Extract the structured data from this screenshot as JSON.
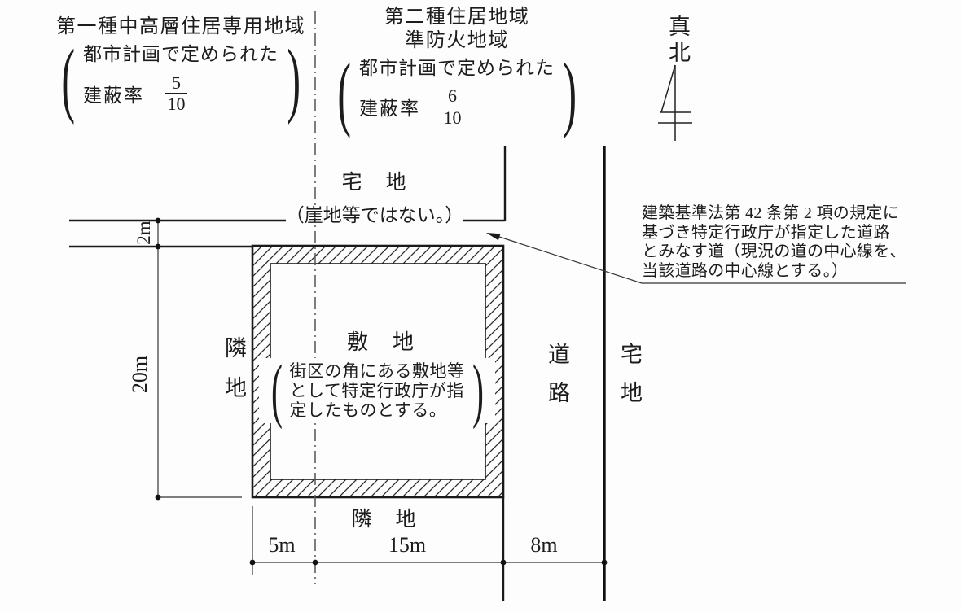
{
  "zone_left": {
    "title": "第一種中高層住居専用地域",
    "paren_open": "(",
    "paren_close": ")",
    "note_line": "都市計画で定められた",
    "coverage_label": "建蔽率",
    "fraction": {
      "numerator": "5",
      "denominator": "10"
    }
  },
  "zone_right": {
    "title_line1": "第二種住居地域",
    "title_line2": "準防火地域",
    "paren_open": "(",
    "paren_close": ")",
    "note_line": "都市計画で定められた",
    "coverage_label": "建蔽率",
    "fraction": {
      "numerator": "6",
      "denominator": "10"
    }
  },
  "north": {
    "label": "真北"
  },
  "top_lot": {
    "label": "宅　地",
    "note": "（崖地等ではない。）"
  },
  "site": {
    "label": "敷　地",
    "paren_open": "(",
    "paren_close": ")",
    "note_line1": "街区の角にある敷地等",
    "note_line2": "として特定行政庁が指",
    "note_line3": "定したものとする。"
  },
  "labels": {
    "left_neighbor": "隣地",
    "bottom_neighbor": "隣　地",
    "road": "道路",
    "right_lot": "宅地"
  },
  "annotation": {
    "line1": "建築基準法第 42 条第 2 項の規定に",
    "line2": "基づき特定行政庁が指定した道路",
    "line3": "とみなす道（現況の道の中心線を、",
    "line4": "当該道路の中心線とする。）"
  },
  "dimensions": {
    "road_top": "2m",
    "site_depth": "20m",
    "left_setback": "5m",
    "site_width": "15m",
    "road_width": "8m"
  }
}
